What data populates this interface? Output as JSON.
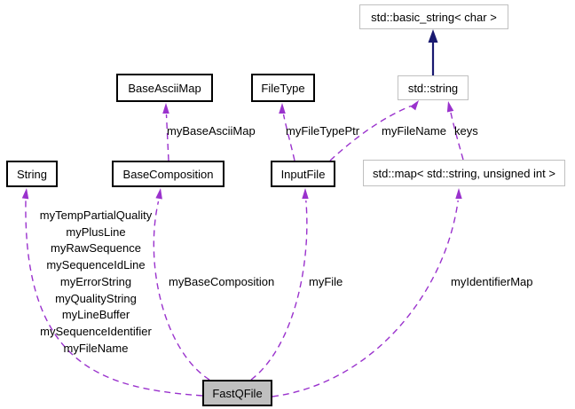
{
  "nodes": {
    "std_basic_string": {
      "label": "std::basic_string< char >"
    },
    "std_string": {
      "label": "std::string"
    },
    "base_ascii_map": {
      "label": "BaseAsciiMap"
    },
    "file_type": {
      "label": "FileType"
    },
    "string": {
      "label": "String"
    },
    "base_composition": {
      "label": "BaseComposition"
    },
    "input_file": {
      "label": "InputFile"
    },
    "std_map": {
      "label": "std::map< std::string, unsigned int >"
    },
    "fastqfile": {
      "label": "FastQFile"
    }
  },
  "edge_labels": {
    "my_base_ascii_map": "myBaseAsciiMap",
    "my_file_type_ptr": "myFileTypePtr",
    "my_file_name": "myFileName",
    "keys": "keys",
    "my_base_composition": "myBaseComposition",
    "my_file": "myFile",
    "my_identifier_map": "myIdentifierMap"
  },
  "string_members": [
    "myTempPartialQuality",
    "myPlusLine",
    "myRawSequence",
    "mySequenceIdLine",
    "myErrorString",
    "myQualityString",
    "myLineBuffer",
    "mySequenceIdentifier",
    "myFileName"
  ],
  "colors": {
    "usage_edge": "#9a32cd",
    "inheritance_edge": "#191970",
    "node_border": "#000000",
    "external_node_border": "#c0c0c0",
    "focus_node_fill": "#bfbfbf"
  }
}
